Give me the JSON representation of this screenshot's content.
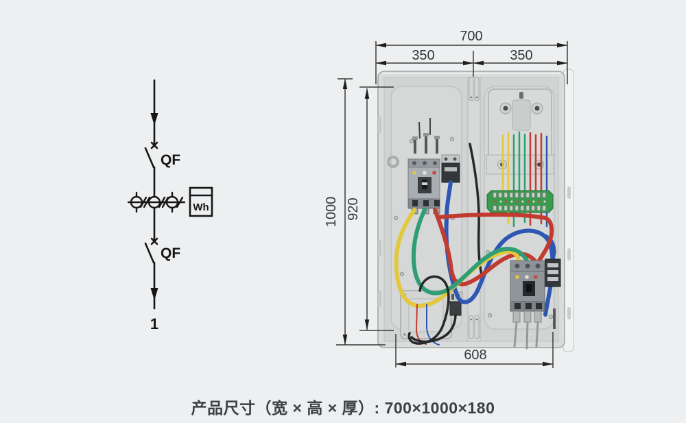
{
  "page": {
    "caption": "产品尺寸（宽 × 高 × 厚）: 700×1000×180",
    "background_color": "#edeff0"
  },
  "schematic": {
    "incoming_breaker_label": "QF",
    "outgoing_breaker_label": "QF",
    "energy_meter_label": "Wh",
    "outgoing_circuit_label": "1"
  },
  "dimensions": {
    "width_total": "700",
    "width_left_door": "350",
    "width_right_door": "350",
    "height_total": "1000",
    "height_inner": "920",
    "width_bottom": "608"
  },
  "colors": {
    "wire_yellow": "#e3c83d",
    "wire_green": "#2f9e72",
    "wire_red": "#c23b31",
    "wire_blue": "#2e57b4",
    "wire_black": "#26282a",
    "terminal_block_green": "#3a9a4e",
    "cabinet_body": "#dadcdb",
    "panel": "#d2d5d4",
    "dimension_ink": "#34383b"
  }
}
